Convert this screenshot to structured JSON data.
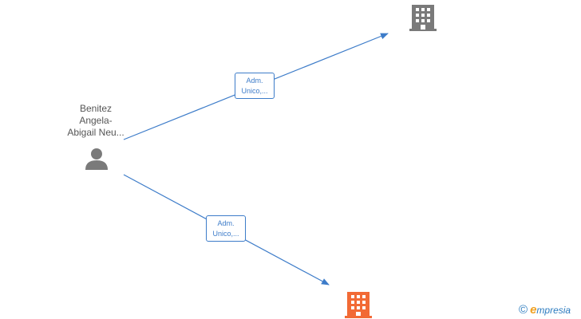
{
  "person": {
    "name_lines": [
      "Benitez",
      "Angela-",
      "Abigail Neu..."
    ],
    "icon": "person-icon",
    "color": "#7a7a7a"
  },
  "companies": [
    {
      "icon": "building-icon",
      "color": "#7a7a7a"
    },
    {
      "icon": "building-icon",
      "color": "#f26a35"
    }
  ],
  "edges": [
    {
      "label_lines": [
        "Adm.",
        "Unico,..."
      ]
    },
    {
      "label_lines": [
        "Adm.",
        "Unico,..."
      ]
    }
  ],
  "colors": {
    "edge": "#3d7cc9"
  },
  "watermark": {
    "copyright": "©",
    "e_letter": "e",
    "brand_rest": "mpresia"
  }
}
